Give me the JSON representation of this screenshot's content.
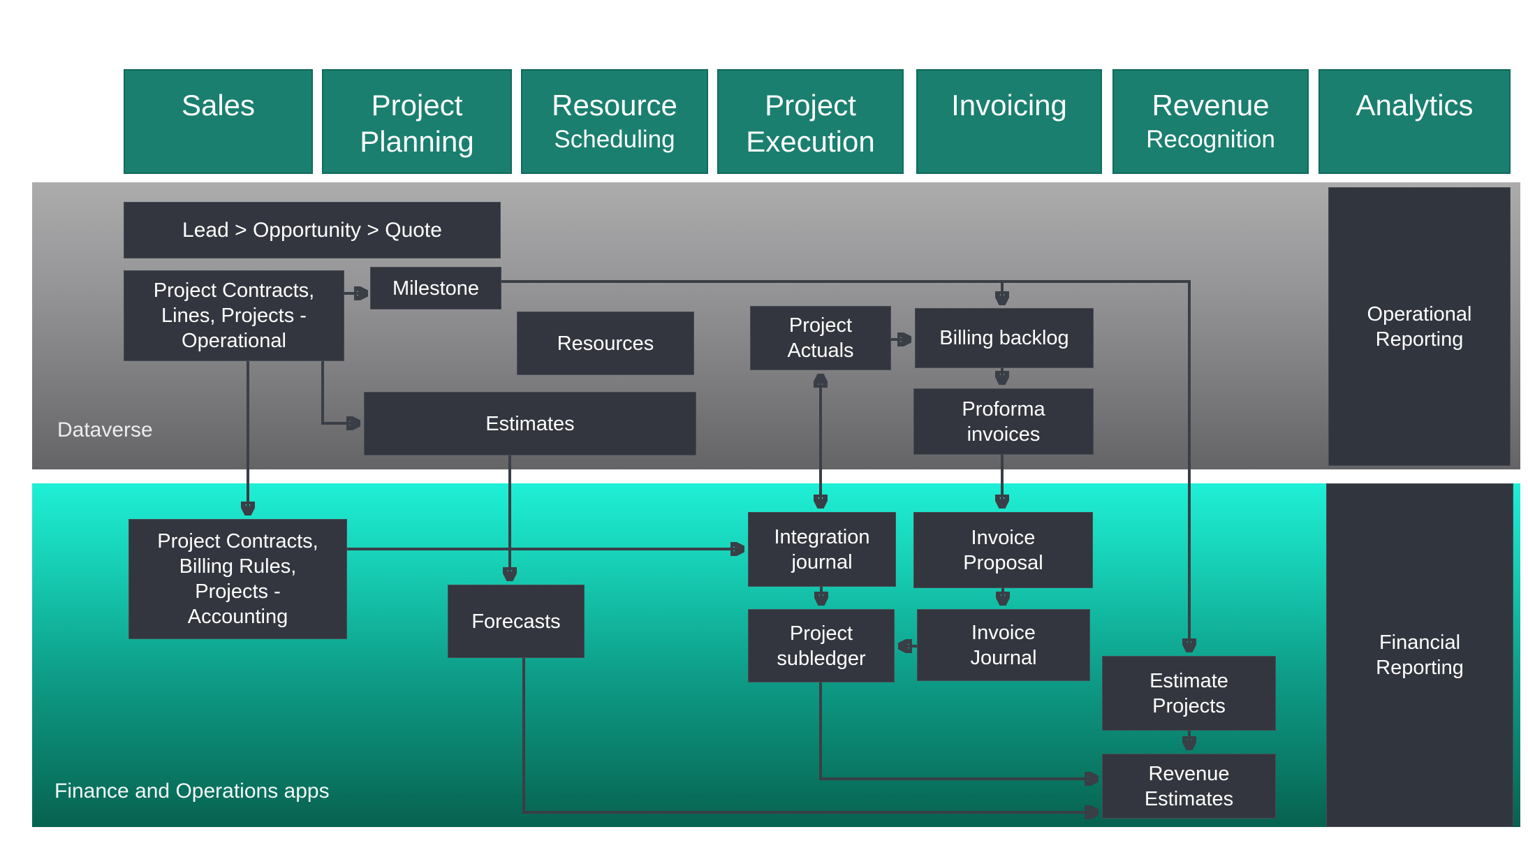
{
  "stages": [
    {
      "label": "Sales",
      "sublabel": ""
    },
    {
      "label": "Project Planning",
      "sublabel": ""
    },
    {
      "label": "Resource",
      "sublabel": "Scheduling"
    },
    {
      "label": "Project Execution",
      "sublabel": ""
    },
    {
      "label": "Invoicing",
      "sublabel": ""
    },
    {
      "label": "Revenue",
      "sublabel": "Recognition"
    },
    {
      "label": "Analytics",
      "sublabel": ""
    }
  ],
  "bands": {
    "dataverse": {
      "label": "Dataverse"
    },
    "finance_ops": {
      "label": "Finance and Operations apps"
    }
  },
  "nodes": {
    "lead_opportunity_quote": {
      "label": "Lead > Opportunity > Quote"
    },
    "project_contracts_operational": {
      "label": "Project Contracts,\nLines, Projects -\nOperational"
    },
    "milestone": {
      "label": "Milestone"
    },
    "resources": {
      "label": "Resources"
    },
    "project_actuals": {
      "label": "Project\nActuals"
    },
    "billing_backlog": {
      "label": "Billing backlog"
    },
    "estimates": {
      "label": "Estimates"
    },
    "proforma_invoices": {
      "label": "Proforma\ninvoices"
    },
    "operational_reporting": {
      "label": "Operational\nReporting"
    },
    "project_contracts_accounting": {
      "label": "Project Contracts,\nBilling Rules,\nProjects -\nAccounting"
    },
    "forecasts": {
      "label": "Forecasts"
    },
    "integration_journal": {
      "label": "Integration\njournal"
    },
    "invoice_proposal": {
      "label": "Invoice\nProposal"
    },
    "project_subledger": {
      "label": "Project\nsubledger"
    },
    "invoice_journal": {
      "label": "Invoice\nJournal"
    },
    "estimate_projects": {
      "label": "Estimate\nProjects"
    },
    "revenue_estimates": {
      "label": "Revenue\nEstimates"
    },
    "financial_reporting": {
      "label": "Financial\nReporting"
    }
  },
  "colors": {
    "stage_fill": "#1A7F6F",
    "stage_border": "#0F6A5B",
    "node_fill": "#33363E",
    "arrow": "#3A3E46",
    "gray_band_top": "#ACACAC",
    "gray_band_bottom": "#646467",
    "teal_band_top": "#1FF0D6",
    "teal_band_bottom": "#07614F",
    "text": "#FFFFFF"
  }
}
